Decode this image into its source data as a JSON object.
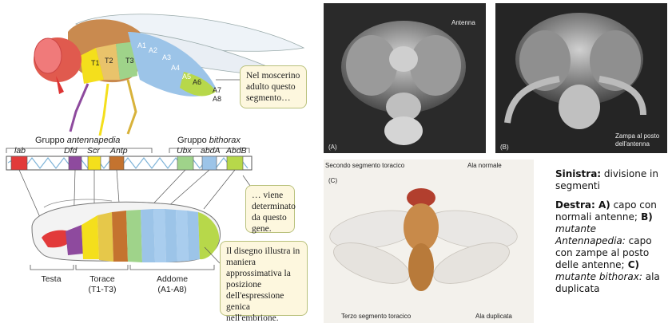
{
  "left": {
    "fly_labels": [
      "A1",
      "A2",
      "A3",
      "A4",
      "A5",
      "A6",
      "A7",
      "A8",
      "T1",
      "T2",
      "T3"
    ],
    "callout_top": "Nel moscerino adulto questo segmento…",
    "callout_mid": "… viene determinato da questo gene.",
    "callout_bottom": "Il disegno illustra in maniera approssimativa la posizione dell'espressione genica nell'embrione.",
    "group_antp_prefix": "Gruppo ",
    "group_antp_name": "antennapedia",
    "group_bx_prefix": "Gruppo ",
    "group_bx_name": "bithorax",
    "genes": [
      "lab",
      "Dfd",
      "Scr",
      "Antp",
      "Ubx",
      "abdA",
      "AbdB"
    ],
    "region_testa": "Testa",
    "region_torace": "Torace",
    "region_torace_sub": "(T1-T3)",
    "region_addome": "Addome",
    "region_addome_sub": "(A1-A8)"
  },
  "photos": {
    "a_tag": "(A)",
    "a_antenna": "Antenna",
    "b_tag": "(B)",
    "b_caption_1": "Zampa al posto",
    "b_caption_2": "dell'antenna",
    "c_tag": "(C)",
    "c_second": "Secondo segmento toracico",
    "c_wing_normal": "Ala normale",
    "c_third": "Terzo segmento toracico",
    "c_wing_dup": "Ala duplicata"
  },
  "legend": {
    "left_bold": "Sinistra:",
    "left_text": " divisione in segmenti",
    "right_bold": "Destra:",
    "a_bold": " A)",
    "a_text": " capo con normali antenne;",
    "b_bold": " B)",
    "b_italic": " mutante Antennapedia:",
    "b_text": " capo con zampe al posto delle antenne;",
    "c_bold": " C)",
    "c_italic": " mutante bithorax:",
    "c_text": " ala duplicata"
  },
  "colors": {
    "head_red": "#e23a3a",
    "purple": "#8e4a9e",
    "yellow": "#f4df1c",
    "orange_brown": "#c4732f",
    "green": "#9fd38a",
    "blue": "#9cc4e8",
    "lime": "#b7d84a",
    "callout_bg": "#fdf7de"
  }
}
